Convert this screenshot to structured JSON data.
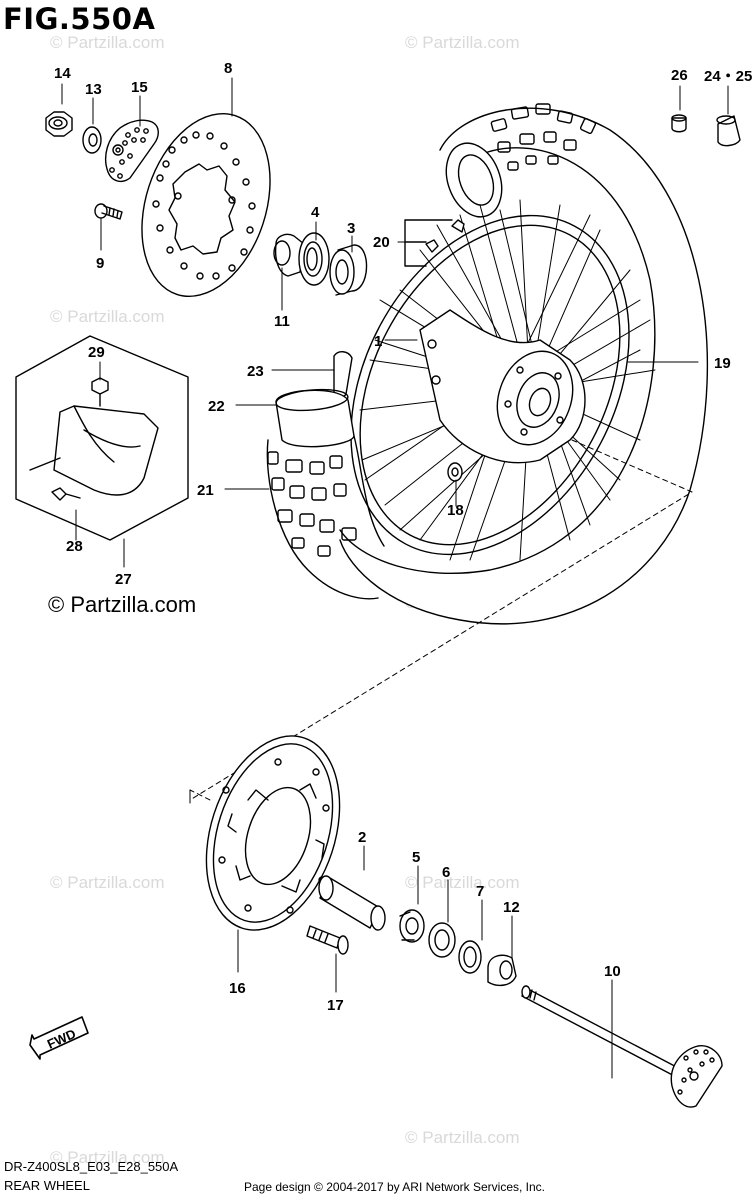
{
  "figure": {
    "title": "FIG.550A",
    "model_code": "DR-Z400SL8_E03_E28_550A",
    "section_name": "REAR WHEEL",
    "credit": "Page design © 2004-2017 by ARI Network Services, Inc."
  },
  "watermark": {
    "text": "© Partzilla.com"
  },
  "fwd_label": "FWD",
  "callouts": {
    "c1": "1",
    "c2": "2",
    "c3": "3",
    "c4": "4",
    "c5": "5",
    "c6": "6",
    "c7": "7",
    "c8": "8",
    "c9": "9",
    "c10": "10",
    "c11": "11",
    "c12": "12",
    "c13": "13",
    "c14": "14",
    "c15": "15",
    "c16": "16",
    "c17": "17",
    "c18": "18",
    "c19": "19",
    "c20": "20",
    "c21": "21",
    "c22": "22",
    "c23": "23",
    "c24_25": "24・25",
    "c26": "26",
    "c27": "27",
    "c28": "28",
    "c29": "29"
  }
}
